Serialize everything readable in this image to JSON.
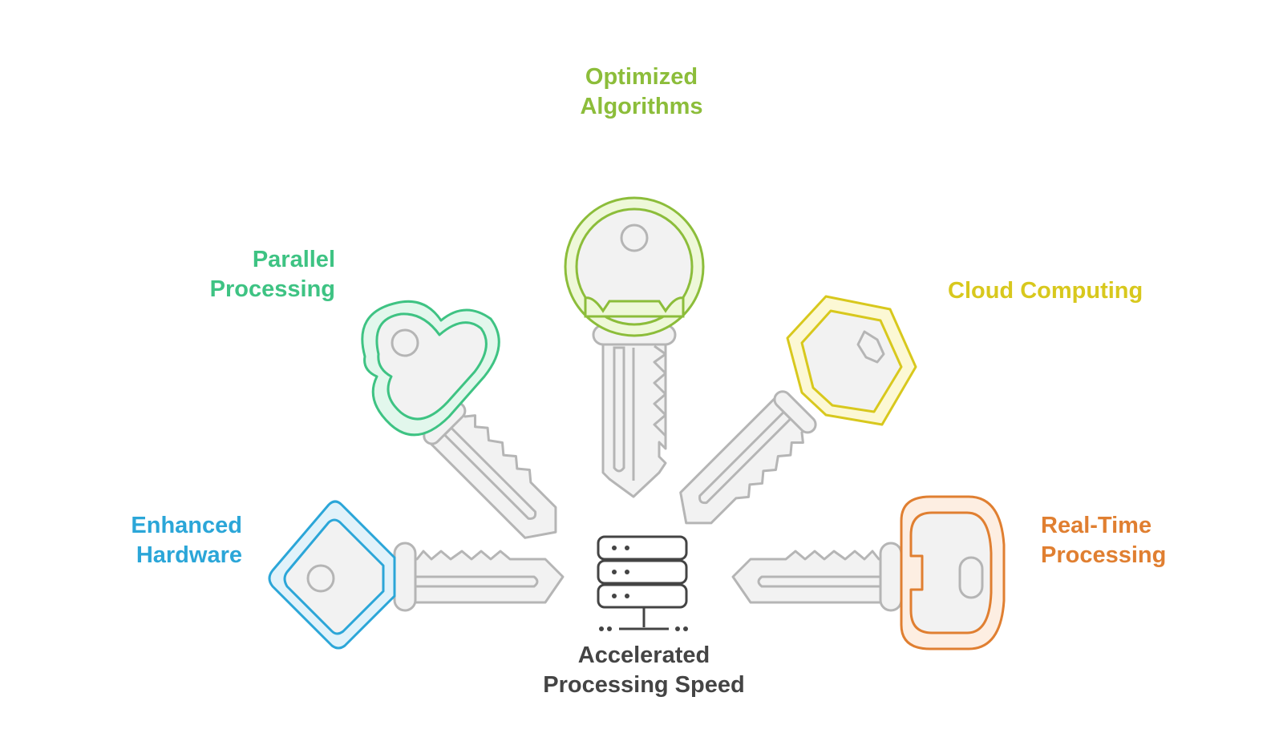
{
  "center": {
    "line1": "Accelerated",
    "line2": "Processing Speed",
    "icon": "server-stack-icon",
    "color": "#444444"
  },
  "keys": {
    "optimized": {
      "line1": "Optimized",
      "line2": "Algorithms",
      "color": "#8cbd3a",
      "fill": "#eef8d8",
      "icon": "round-key-icon"
    },
    "parallel": {
      "line1": "Parallel",
      "line2": "Processing",
      "color": "#3ec383",
      "fill": "#e2f7ec",
      "icon": "cloud-key-icon"
    },
    "cloud": {
      "line1": "Cloud Computing",
      "color": "#d8c81d",
      "fill": "#fcf8d4",
      "icon": "hexagon-key-icon"
    },
    "hardware": {
      "line1": "Enhanced",
      "line2": "Hardware",
      "color": "#2ba6d8",
      "fill": "#e1f2fa",
      "icon": "diamond-key-icon"
    },
    "realtime": {
      "line1": "Real-Time",
      "line2": "Processing",
      "color": "#e07f31",
      "fill": "#fdeee2",
      "icon": "car-key-icon"
    }
  }
}
